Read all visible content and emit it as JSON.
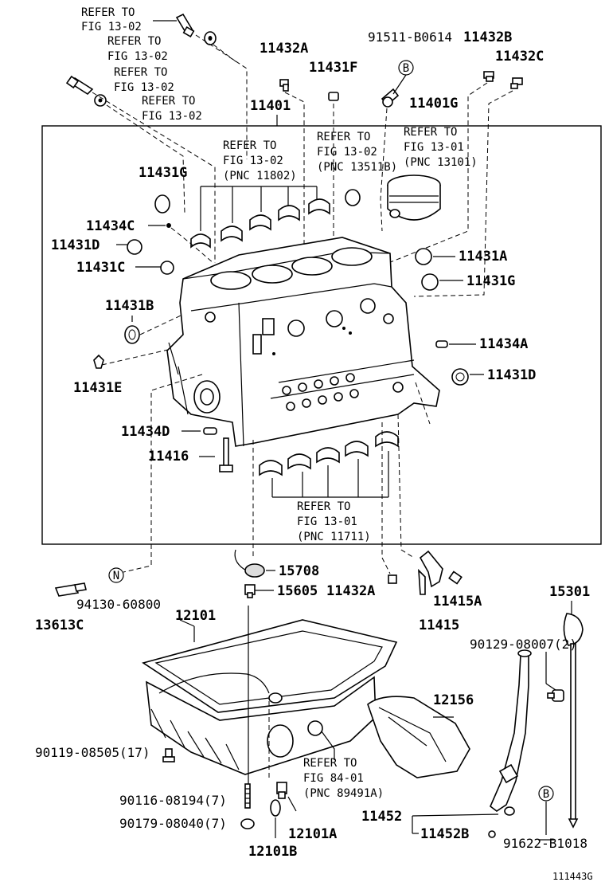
{
  "refs": {
    "fig1302_a": [
      "REFER TO",
      "FIG 13-02"
    ],
    "fig1302_b": [
      "REFER TO",
      "FIG 13-02"
    ],
    "fig1302_c": [
      "REFER TO",
      "FIG 13-02"
    ],
    "fig1302_d": [
      "REFER TO",
      "FIG 13-02"
    ],
    "fig1302_pnc11802": [
      "REFER TO",
      "FIG 13-02",
      "(PNC 11802)"
    ],
    "fig1302_pnc13511b": [
      "REFER TO",
      "FIG 13-02",
      "(PNC 13511B)"
    ],
    "fig1301_pnc13101": [
      "REFER TO",
      "FIG 13-01",
      "(PNC 13101)"
    ],
    "fig1301_pnc11711": [
      "REFER TO",
      "FIG 13-01",
      "(PNC 11711)"
    ],
    "fig8401_pnc89491a": [
      "REFER TO",
      "FIG 84-01",
      "(PNC 89491A)"
    ]
  },
  "parts": {
    "p11432A_top": "11432A",
    "p11431F": "11431F",
    "p91511": "91511-B0614",
    "p11432B": "11432B",
    "p11432C": "11432C",
    "p11401": "11401",
    "p11401G": "11401G",
    "p11431G_left": "11431G",
    "p11434C": "11434C",
    "p11431D_left": "11431D",
    "p11431C": "11431C",
    "p11431B": "11431B",
    "p11431E": "11431E",
    "p11434D": "11434D",
    "p11416": "11416",
    "p11431A": "11431A",
    "p11431G_right": "11431G",
    "p11434A": "11434A",
    "p11431D_right": "11431D",
    "p15708": "15708",
    "p15605": "15605",
    "p11432A_mid": "11432A",
    "p11415A": "11415A",
    "p11415": "11415",
    "p94130": "94130-60800",
    "p13613C": "13613C",
    "p12101": "12101",
    "p15301": "15301",
    "p90129": "90129-08007(2)",
    "p12156": "12156",
    "p90119": "90119-08505(17)",
    "p90116": "90116-08194(7)",
    "p90179": "90179-08040(7)",
    "p12101A": "12101A",
    "p12101B": "12101B",
    "p11452": "11452",
    "p11452B": "11452B",
    "p91622": "91622-B1018"
  },
  "markers": {
    "b_top": "B",
    "b_bottom": "B",
    "n": "N"
  },
  "figure_id": "111443G"
}
